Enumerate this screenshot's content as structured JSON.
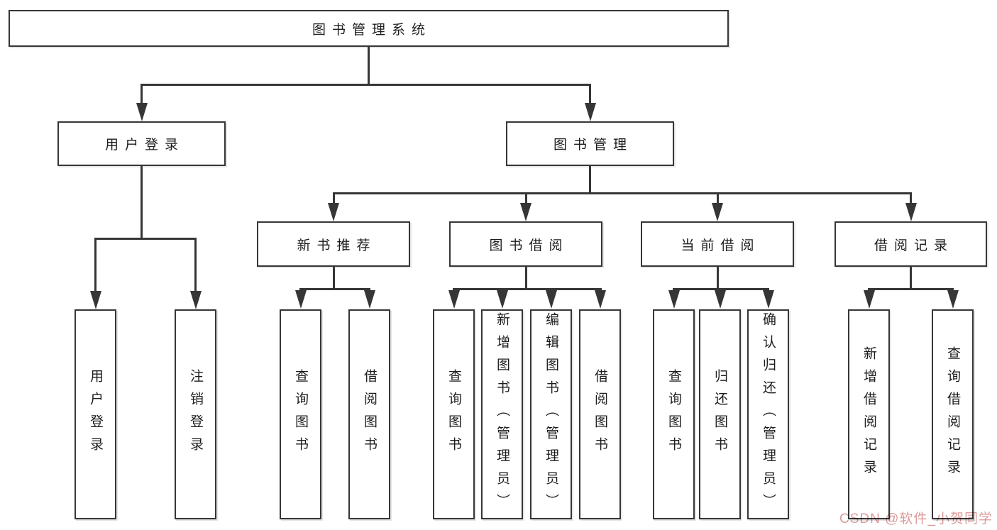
{
  "nodes": {
    "root": {
      "label": "图书管理系统"
    },
    "user_login": {
      "label": "用户登录"
    },
    "book_mgmt": {
      "label": "图书管理"
    },
    "new_book_rec": {
      "label": "新书推荐"
    },
    "book_borrow": {
      "label": "图书借阅"
    },
    "current_borrow": {
      "label": "当前借阅"
    },
    "borrow_record": {
      "label": "借阅记录"
    },
    "leaf_user_login": {
      "label": "用户登录"
    },
    "leaf_logout": {
      "label": "注销登录"
    },
    "leaf_nbr_query": {
      "label": "查询图书"
    },
    "leaf_nbr_borrow": {
      "label": "借阅图书"
    },
    "leaf_bb_query": {
      "label": "查询图书"
    },
    "leaf_bb_add": {
      "label": "新增图书（管理员）"
    },
    "leaf_bb_edit": {
      "label": "编辑图书（管理员）"
    },
    "leaf_bb_borrow": {
      "label": "借阅图书"
    },
    "leaf_cb_query": {
      "label": "查询图书"
    },
    "leaf_cb_return": {
      "label": "归还图书"
    },
    "leaf_cb_confirm": {
      "label": "确认归还（管理员）"
    },
    "leaf_br_add": {
      "label": "新增借阅记录"
    },
    "leaf_br_query": {
      "label": "查询借阅记录"
    }
  },
  "hierarchy": [
    {
      "parent": "图书管理系统",
      "children": [
        "用户登录",
        "图书管理"
      ]
    },
    {
      "parent": "用户登录",
      "children": [
        "用户登录",
        "注销登录"
      ]
    },
    {
      "parent": "图书管理",
      "children": [
        "新书推荐",
        "图书借阅",
        "当前借阅",
        "借阅记录"
      ]
    },
    {
      "parent": "新书推荐",
      "children": [
        "查询图书",
        "借阅图书"
      ]
    },
    {
      "parent": "图书借阅",
      "children": [
        "查询图书",
        "新增图书（管理员）",
        "编辑图书（管理员）",
        "借阅图书"
      ]
    },
    {
      "parent": "当前借阅",
      "children": [
        "查询图书",
        "归还图书",
        "确认归还（管理员）"
      ]
    },
    {
      "parent": "借阅记录",
      "children": [
        "新增借阅记录",
        "查询借阅记录"
      ]
    }
  ],
  "watermark": {
    "text": "CSDN @软件_小贺同学",
    "color": "#d98f8f"
  },
  "colors": {
    "line": "#363636",
    "box_border": "#363636",
    "box_fill": "#ffffff",
    "text": "#1c1c1c",
    "background": "#ffffff"
  }
}
